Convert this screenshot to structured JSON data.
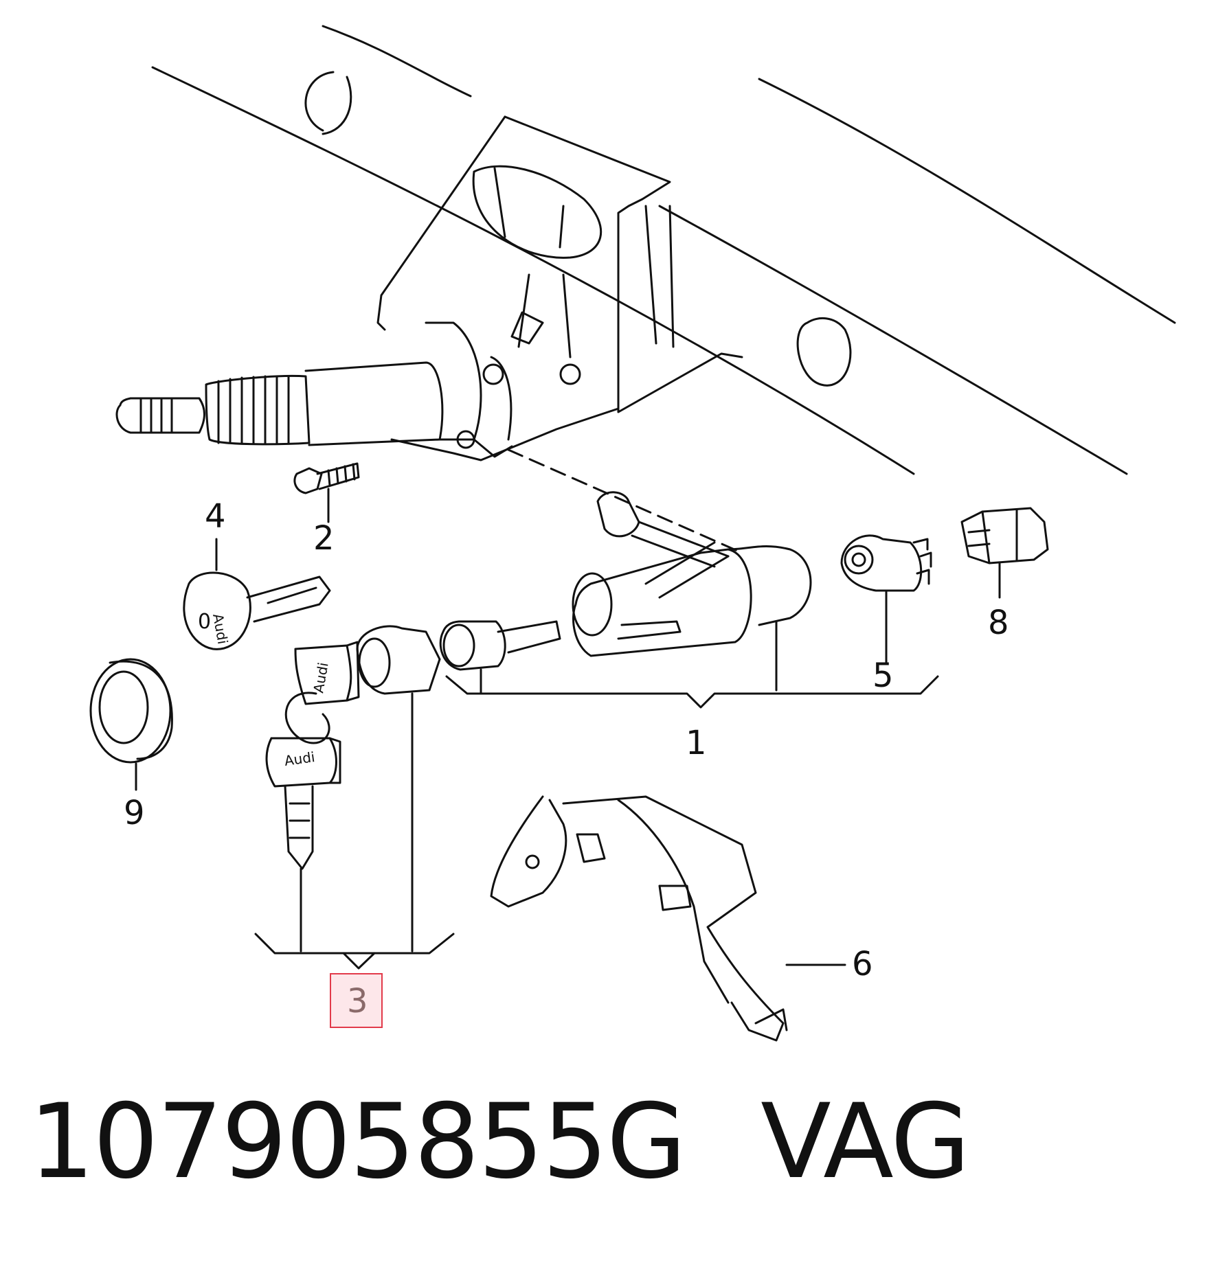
{
  "diagram": {
    "labels": [
      {
        "id": "1",
        "text": "1"
      },
      {
        "id": "2",
        "text": "2"
      },
      {
        "id": "3",
        "text": "3",
        "highlighted": true
      },
      {
        "id": "4",
        "text": "4"
      },
      {
        "id": "5",
        "text": "5"
      },
      {
        "id": "6",
        "text": "6"
      },
      {
        "id": "8",
        "text": "8"
      },
      {
        "id": "9",
        "text": "9"
      }
    ],
    "key_brand_text": "Audi",
    "key_blank_text": "0",
    "highlight_color": "#e23a4a"
  },
  "caption": {
    "part_number": "107905855G",
    "brand": "VAG"
  }
}
